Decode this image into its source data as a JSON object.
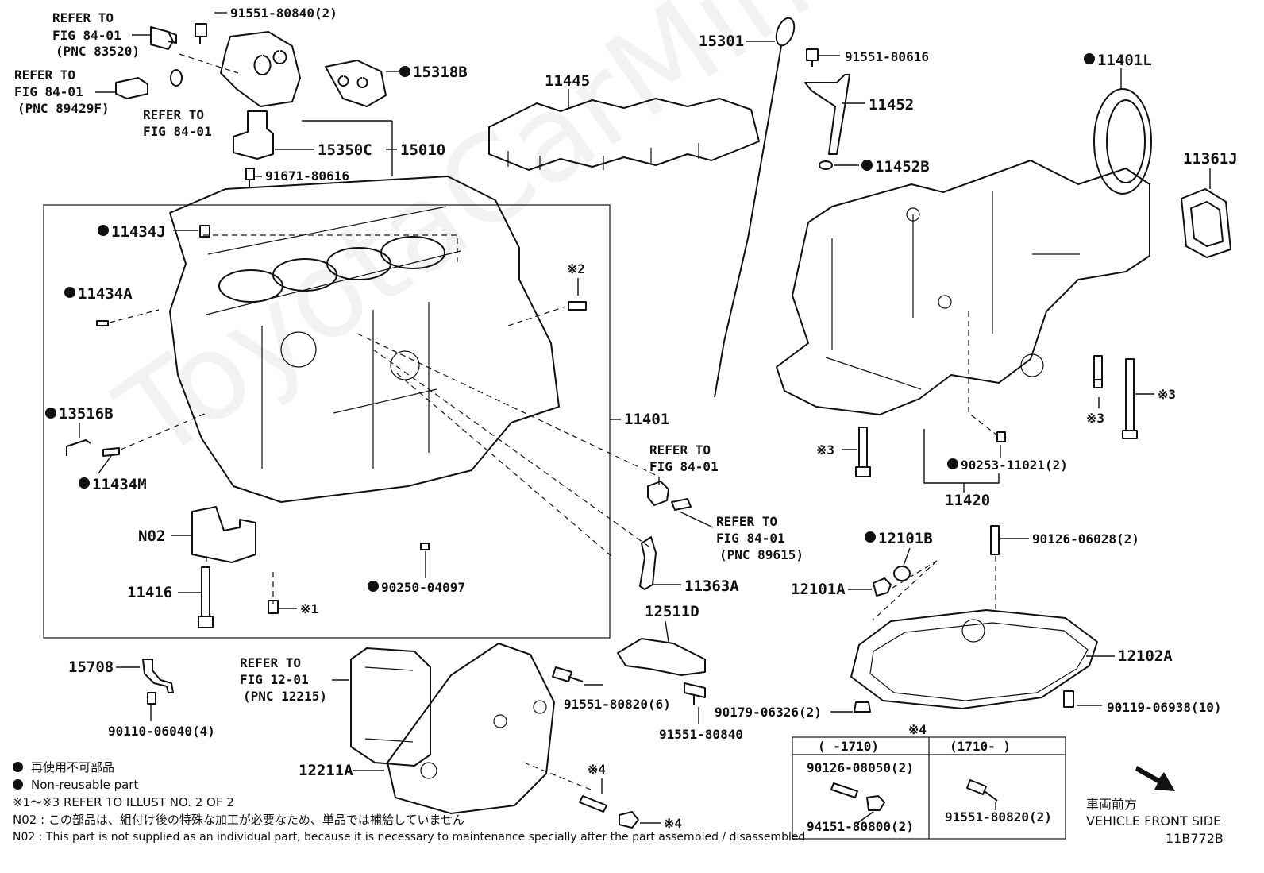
{
  "watermark": "ToyotaCarMiner.ru",
  "labels": {
    "refer_to_1a": "REFER TO",
    "refer_to_1b": "FIG 84-01",
    "refer_to_1c": "(PNC 83520)",
    "refer_to_2a": "REFER TO",
    "refer_to_2b": "FIG 84-01",
    "refer_to_2c": "(PNC 89429F)",
    "refer_to_3a": "REFER TO",
    "refer_to_3b": "FIG 84-01",
    "p91551_80840_2": "91551-80840(2)",
    "p15318B": "15318B",
    "p15350C": "15350C",
    "p15010": "15010",
    "p91671_80616": "91671-80616",
    "p11445": "11445",
    "p15301": "15301",
    "p91551_80616": "91551-80616",
    "p11452": "11452",
    "p11452B": "11452B",
    "p11401L": "11401L",
    "p11361J": "11361J",
    "p11434J": "11434J",
    "p11434A": "11434A",
    "ref2": "※2",
    "p13516B": "13516B",
    "p11434M": "11434M",
    "p11401": "11401",
    "refer_to_4a": "REFER TO",
    "refer_to_4b": "FIG 84-01",
    "refer_to_5a": "REFER TO",
    "refer_to_5b": "FIG 84-01",
    "refer_to_5c": "(PNC 89615)",
    "pN02": "N02",
    "p11416": "11416",
    "p90250_04097": "90250-04097",
    "ref1": "※1",
    "p11363A": "11363A",
    "p12511D": "12511D",
    "ref3a": "※3",
    "ref3b": "※3",
    "ref3c": "※3",
    "p90253_11021_2": "90253-11021(2)",
    "p11420": "11420",
    "p12101B": "12101B",
    "p90126_06028_2": "90126-06028(2)",
    "p12101A": "12101A",
    "p12102A": "12102A",
    "p15708": "15708",
    "p90110_06040_4": "90110-06040(4)",
    "refer_to_6a": "REFER TO",
    "refer_to_6b": "FIG 12-01",
    "refer_to_6c": "(PNC 12215)",
    "p91551_80820_6": "91551-80820(6)",
    "p91551_80840": "91551-80840",
    "p90179_06326_2": "90179-06326(2)",
    "p90119_06938_10": "90119-06938(10)",
    "p12211A": "12211A",
    "ref4a": "※4",
    "ref4b": "※4",
    "ref4c": "※4"
  },
  "table": {
    "col1_header": "(    -1710)",
    "col2_header": "(1710-     )",
    "c1_part1": "90126-08050(2)",
    "c1_part2": "94151-80800(2)",
    "c2_part1": "91551-80820(2)"
  },
  "notes": {
    "nonreusable_ja": "再使用不可部品",
    "nonreusable_en": "Non-reusable part",
    "refer_note": "※1～※3 REFER TO ILLUST NO. 2 OF 2",
    "n02_ja": "N02 : この部品は、組付け後の特殊な加工が必要なため、単品では補給していません",
    "n02_en": "N02 : This part is not supplied as an individual part, because it is necessary to maintenance specially after the part assembled / disassembled"
  },
  "front": {
    "ja": "車両前方",
    "en": "VEHICLE FRONT SIDE"
  },
  "illust_code": "11B772B"
}
